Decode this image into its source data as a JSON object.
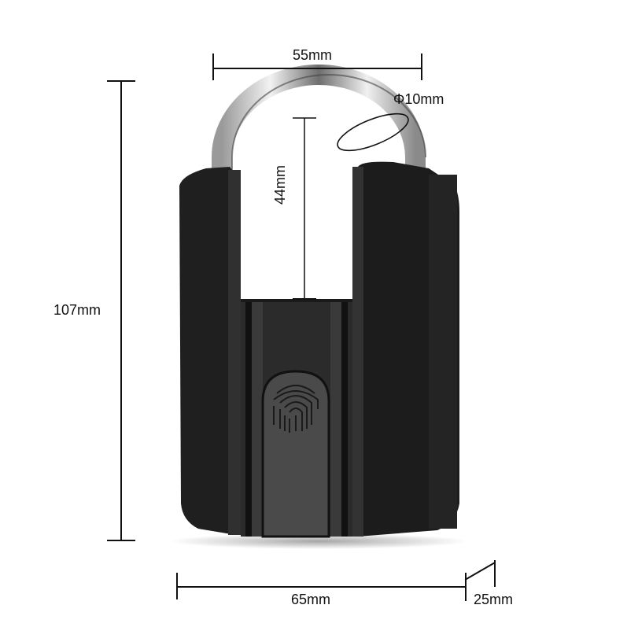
{
  "product": {
    "name": "fingerprint-padlock",
    "body_color": "#1e1e1e",
    "panel_color": "#2e2e2e",
    "shackle_color": "#c8c8c8"
  },
  "dimensions": {
    "shackle_width": "55mm",
    "shackle_diameter": "Φ10mm",
    "shackle_clearance": "44mm",
    "total_height": "107mm",
    "body_width": "65mm",
    "body_depth": "25mm"
  }
}
